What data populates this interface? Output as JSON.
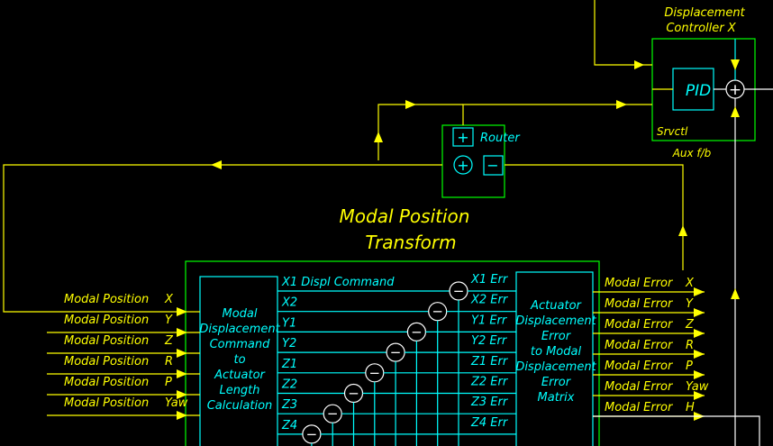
{
  "colors": {
    "background": "#000000",
    "signal_line": "#ffff00",
    "block_outline": "#00ff00",
    "matrix_line": "#00ffff",
    "summing_junction": "#ffffff"
  },
  "controller": {
    "title_line1": "Displacement",
    "title_line2": "Controller X",
    "pid_label": "PID",
    "servo_label": "Srvctl",
    "aux_label": "Aux f/b",
    "sum_symbol": "+"
  },
  "router": {
    "label": "Router",
    "plus_symbol": "+",
    "minus_symbol": "−"
  },
  "transform_title": {
    "line1": "Modal Position",
    "line2": "Transform"
  },
  "inputs": [
    {
      "label": "Modal Position",
      "axis": "X"
    },
    {
      "label": "Modal Position",
      "axis": "Y"
    },
    {
      "label": "Modal Position",
      "axis": "Z"
    },
    {
      "label": "Modal Position",
      "axis": "R"
    },
    {
      "label": "Modal Position",
      "axis": "P"
    },
    {
      "label": "Modal Position",
      "axis": "Yaw"
    }
  ],
  "left_block": {
    "lines": [
      "Modal",
      "Displacement",
      "Command",
      "to",
      "Actuator",
      "Length",
      "Calculation"
    ]
  },
  "matrix_rows": [
    {
      "cmd": "X1 Displ Command",
      "err": "X1 Err"
    },
    {
      "cmd": "X2",
      "err": "X2 Err"
    },
    {
      "cmd": "Y1",
      "err": "Y1 Err"
    },
    {
      "cmd": "Y2",
      "err": "Y2 Err"
    },
    {
      "cmd": "Z1",
      "err": "Z1 Err"
    },
    {
      "cmd": "Z2",
      "err": "Z2 Err"
    },
    {
      "cmd": "Z3",
      "err": "Z3 Err"
    },
    {
      "cmd": "Z4",
      "err": "Z4 Err"
    }
  ],
  "summing_symbol": "−",
  "right_block": {
    "lines": [
      "Actuator",
      "Displacement",
      "Error",
      "to Modal",
      "Displacement",
      "Error",
      "Matrix"
    ]
  },
  "outputs": [
    {
      "label": "Modal Error",
      "axis": "X"
    },
    {
      "label": "Modal Error",
      "axis": "Y"
    },
    {
      "label": "Modal Error",
      "axis": "Z"
    },
    {
      "label": "Modal Error",
      "axis": "R"
    },
    {
      "label": "Modal Error",
      "axis": "P"
    },
    {
      "label": "Modal Error",
      "axis": "Yaw"
    },
    {
      "label": "Modal Error",
      "axis": "H"
    }
  ]
}
